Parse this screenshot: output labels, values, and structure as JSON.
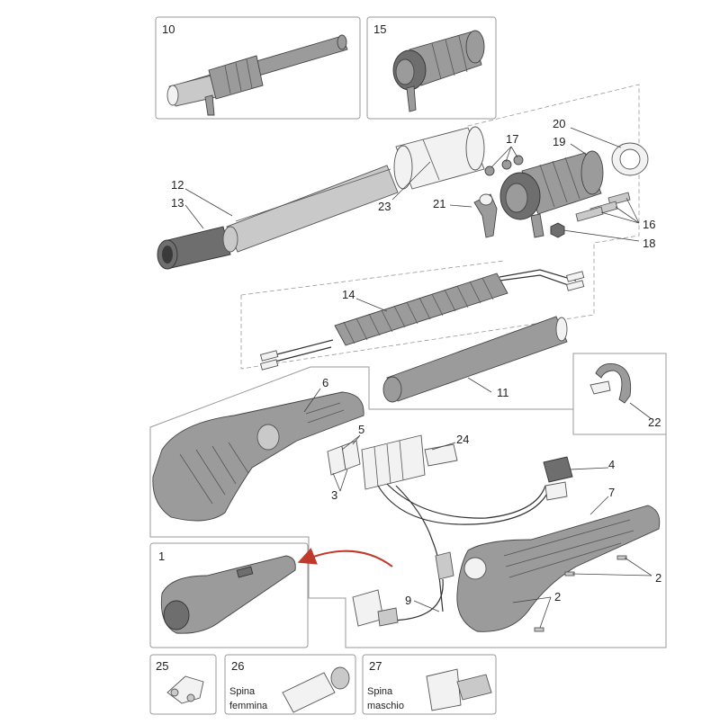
{
  "callouts": {
    "n1": "1",
    "n2a": "2",
    "n2b": "2",
    "n3": "3",
    "n4": "4",
    "n5": "5",
    "n6": "6",
    "n7": "7",
    "n9": "9",
    "n10": "10",
    "n11": "11",
    "n12": "12",
    "n13": "13",
    "n14": "14",
    "n15": "15",
    "n16": "16",
    "n17": "17",
    "n18": "18",
    "n19": "19",
    "n20": "20",
    "n21": "21",
    "n22": "22",
    "n23": "23",
    "n24": "24",
    "n25": "25",
    "n26": "26",
    "n27": "27"
  },
  "captions": {
    "plug_female_line1": "Spina",
    "plug_female_line2": "femmina",
    "plug_male_line1": "Spina",
    "plug_male_line2": "maschio"
  },
  "colors": {
    "part_fill": "#9b9b9b",
    "outline": "#444444",
    "frame": "#9a9a9a",
    "arrow": "#c0392b"
  }
}
